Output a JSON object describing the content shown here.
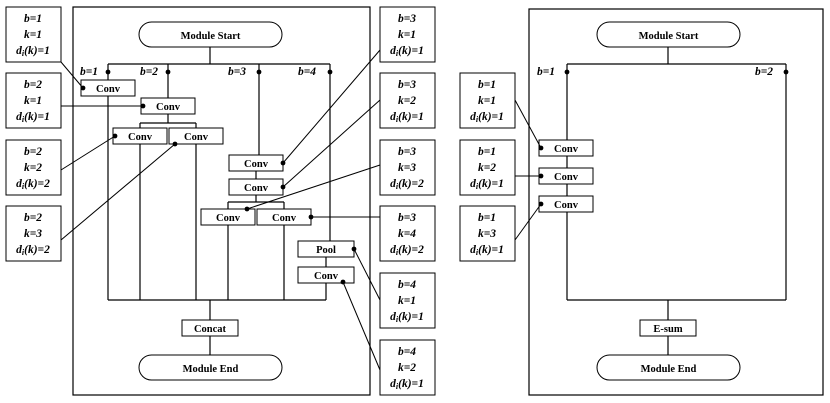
{
  "module_start": "Module Start",
  "module_end": "Module End",
  "conv": "Conv",
  "pool": "Pool",
  "concat": "Concat",
  "esum": "E-sum",
  "left_module": {
    "branches": [
      "b=1",
      "b=2",
      "b=3",
      "b=4"
    ],
    "annotations": [
      {
        "b": "1",
        "k": "1",
        "d": "1"
      },
      {
        "b": "2",
        "k": "1",
        "d": "1"
      },
      {
        "b": "2",
        "k": "2",
        "d": "2"
      },
      {
        "b": "2",
        "k": "3",
        "d": "2"
      },
      {
        "b": "3",
        "k": "1",
        "d": "1"
      },
      {
        "b": "3",
        "k": "2",
        "d": "1"
      },
      {
        "b": "3",
        "k": "3",
        "d": "2"
      },
      {
        "b": "3",
        "k": "4",
        "d": "2"
      },
      {
        "b": "4",
        "k": "1",
        "d": "1"
      },
      {
        "b": "4",
        "k": "2",
        "d": "1"
      }
    ]
  },
  "right_module": {
    "branches": [
      "b=1",
      "b=2"
    ],
    "annotations": [
      {
        "b": "1",
        "k": "1",
        "d": "1"
      },
      {
        "b": "1",
        "k": "2",
        "d": "1"
      },
      {
        "b": "1",
        "k": "3",
        "d": "1"
      }
    ]
  }
}
